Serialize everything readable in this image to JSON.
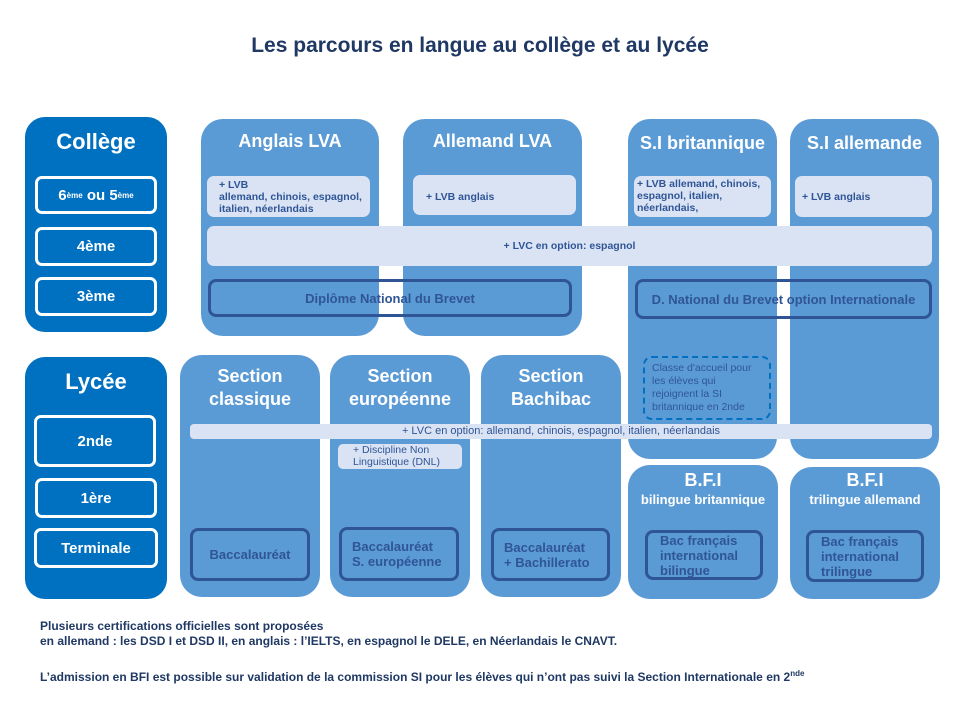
{
  "title": "Les parcours en langue au collège et au lycée",
  "college": {
    "label": "Collège",
    "levels": [
      {
        "main": "6",
        "sup1": "ème",
        "mid": " ou 5",
        "sup2": "ème"
      },
      {
        "label": "4ème"
      },
      {
        "label": "3ème"
      }
    ]
  },
  "lycee": {
    "label": "Lycée",
    "levels": [
      "2nde",
      "1ère",
      "Terminale"
    ]
  },
  "college_tracks": {
    "anglais": {
      "title": "Anglais LVA",
      "lvb1": "+ LVB",
      "lvb2": "allemand, chinois, espagnol,",
      "lvb3": "italien, néerlandais"
    },
    "allemand": {
      "title": "Allemand LVA",
      "lvb": "+ LVB anglais"
    },
    "si_brit": {
      "title": "S.I britannique",
      "lvb1": "+ LVB allemand, chinois,",
      "lvb2": "espagnol, italien,",
      "lvb3": "néerlandais,"
    },
    "si_all": {
      "title": "S.I allemande",
      "lvb": "+ LVB anglais"
    },
    "lvc": "+ LVC en option: espagnol",
    "dnb": "Diplôme National du Brevet",
    "dnb_int": "D. National du Brevet option Internationale",
    "accueil1": "Classe d'accueil pour",
    "accueil2": "les élèves qui",
    "accueil3": "rejoignent la SI",
    "accueil4": "britannique en 2nde"
  },
  "lycee_tracks": {
    "classique": {
      "t1": "Section",
      "t2": "classique",
      "bac": "Baccalauréat"
    },
    "europeenne": {
      "t1": "Section",
      "t2": "européenne",
      "dnl1": "+ Discipline Non",
      "dnl2": "Linguistique (DNL)",
      "bac1": "Baccalauréat",
      "bac2": "S. européenne"
    },
    "bachibac": {
      "t1": "Section",
      "t2": "Bachibac",
      "bac1": "Baccalauréat",
      "bac2": "+ Bachillerato"
    },
    "lvc": "+ LVC en option: allemand, chinois, espagnol, italien, néerlandais",
    "bfi_brit": {
      "t1": "B.F.I",
      "t2": "bilingue britannique",
      "b1": "Bac français",
      "b2": "international",
      "b3": "bilingue"
    },
    "bfi_all": {
      "t1": "B.F.I",
      "t2": "trilingue allemand",
      "b1": "Bac français",
      "b2": "international",
      "b3": "trilingue"
    }
  },
  "footer": {
    "l1": "Plusieurs certifications officielles sont proposées",
    "l2": "en allemand : les DSD I et DSD II, en anglais : l’IELTS, en espagnol le DELE, en Néerlandais le CNAVT.",
    "l3": "L’admission en BFI est possible sur validation de la commission SI pour les élèves qui n’ont pas suivi la Section Internationale en 2",
    "l3sup": "nde"
  }
}
